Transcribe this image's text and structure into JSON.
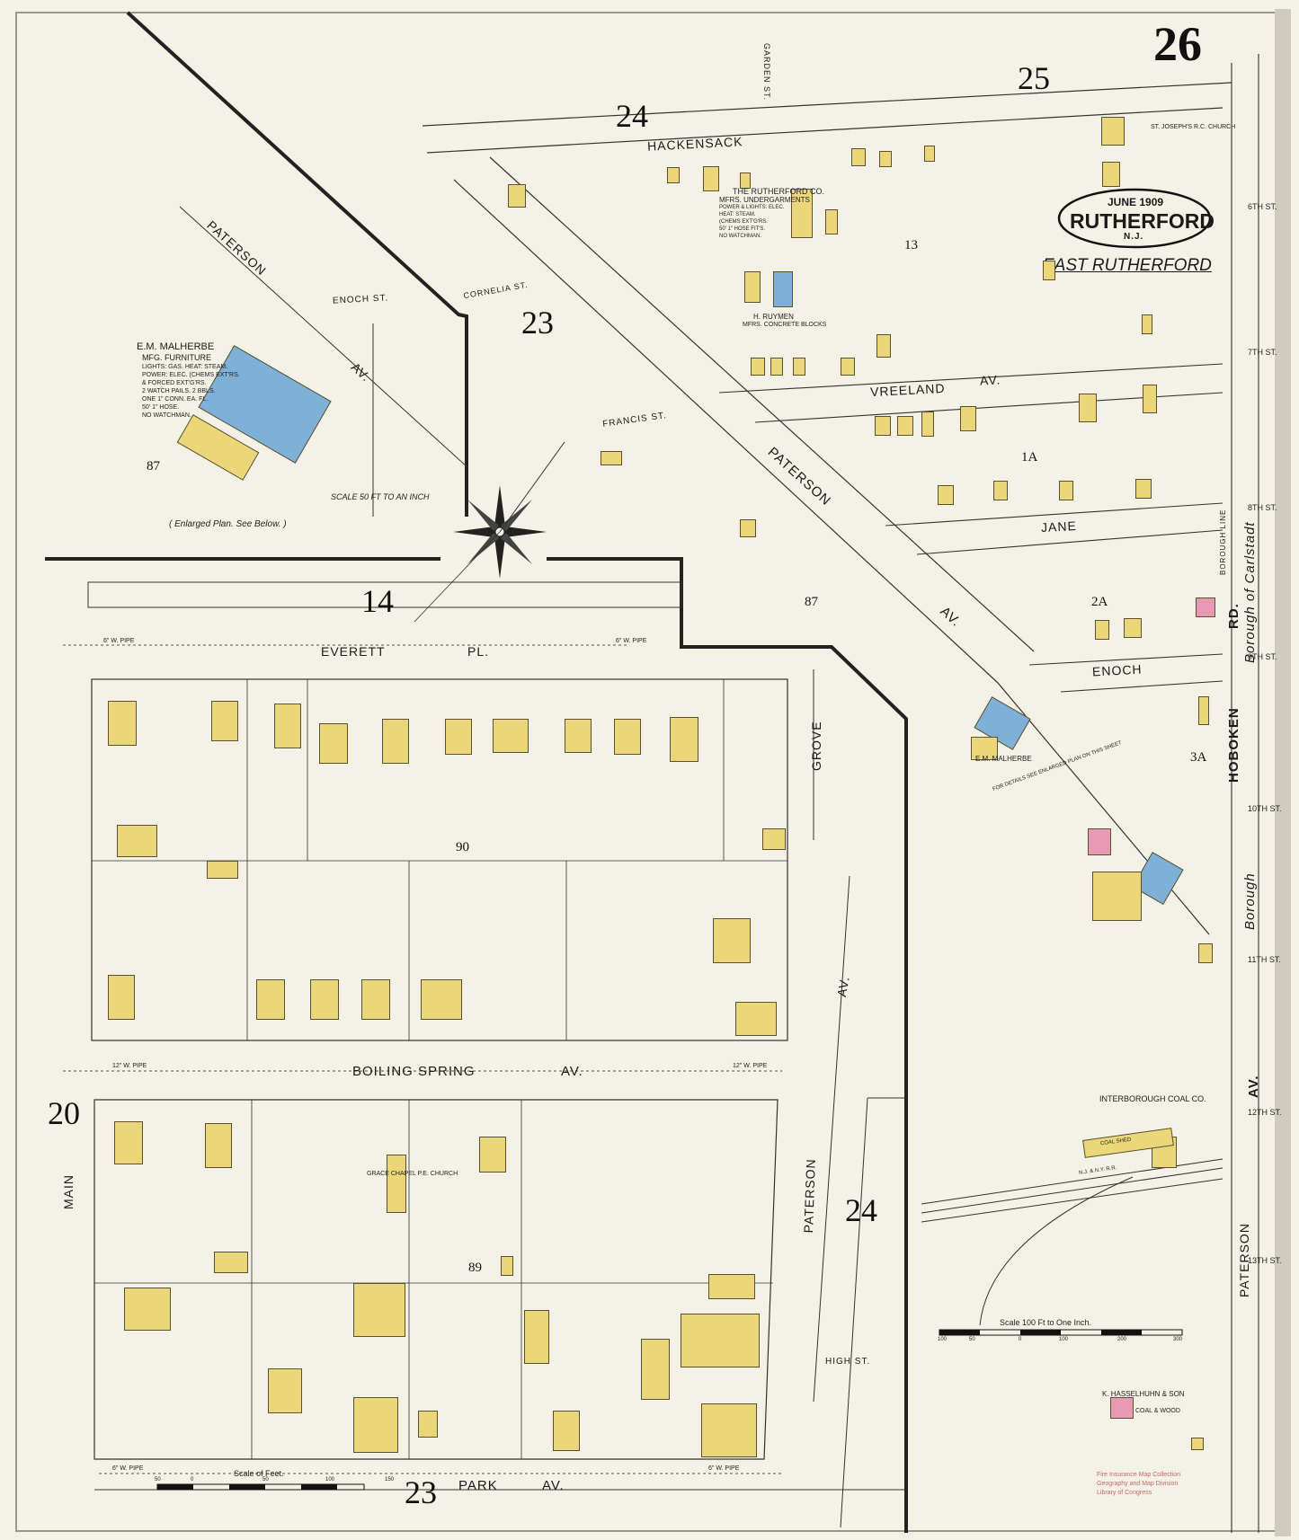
{
  "sheet_number": "26",
  "title_cartouche": {
    "date": "JUNE 1909",
    "town": "RUTHERFORD",
    "state": "N.J."
  },
  "district_label": "EAST RUTHERFORD",
  "adjoining_sheets": [
    "24",
    "25",
    "23",
    "14",
    "20",
    "24",
    "23"
  ],
  "block_numbers": [
    "13",
    "87",
    "90",
    "89",
    "1A",
    "2A",
    "3A",
    "87"
  ],
  "streets": {
    "hackensack": "HACKENSACK",
    "garden": "GARDEN ST.",
    "paterson_nw": "PATERSON",
    "paterson_nw_av": "AV.",
    "enoch_st": "ENOCH ST.",
    "cornelia_st": "CORNELIA ST.",
    "francis_st": "FRANCIS ST.",
    "paterson_diag": "PATERSON",
    "paterson_diag_av": "AV.",
    "vreeland": "VREELAND",
    "vreeland_av": "AV.",
    "jane": "JANE",
    "enoch": "ENOCH",
    "everett": "EVERETT",
    "everett_pl": "PL.",
    "grove": "GROVE",
    "grove_av": "AV.",
    "boiling_spring": "BOILING   SPRING",
    "boiling_av": "AV.",
    "main": "MAIN",
    "paterson_s": "PATERSON",
    "park": "PARK",
    "park_av": "AV.",
    "high_st": "HIGH ST.",
    "hoboken": "HOBOKEN",
    "hoboken_rd": "RD.",
    "hoboken_av": "AV.",
    "paterson_e": "PATERSON",
    "carlstadt": "Borough of Carlstadt",
    "borough": "Borough",
    "borough_line": "BOROUGH LINE",
    "sixth": "6TH ST.",
    "seventh": "7TH ST.",
    "eighth": "8TH ST.",
    "ninth": "9TH ST.",
    "tenth": "10TH ST.",
    "eleventh": "11TH ST.",
    "twelfth": "12TH ST.",
    "thirteenth": "13TH ST."
  },
  "businesses": {
    "malherbe_name": "E.M. MALHERBE",
    "malherbe_type": "MFG. FURNITURE",
    "malherbe_notes": [
      "LIGHTS: GAS. HEAT: STEAM.",
      "POWER: ELEC. (CHEMS EXT'RS.",
      "& FORCED EXT'G'RS.",
      "2 WATCH PAILS. 2 BBLS.",
      "ONE 1\" CONN. EA. FL.",
      "50' 1\" HOSE.",
      "NO WATCHMAN."
    ],
    "malherbe_small": "E.M. MALHERBE",
    "malherbe_ref": "FOR DETAILS SEE ENLARGED PLAN ON THIS SHEET",
    "rutherford_co_name": "THE RUTHERFORD CO.",
    "rutherford_co_type": "MFRS. UNDERGARMENTS",
    "rutherford_co_notes": [
      "POWER & LIGHTS: ELEC.",
      "HEAT: STEAM.",
      "(CHEMS EXT'G'RS.",
      "50' 1\" HOSE FIT'S.",
      "NO WATCHMAN."
    ],
    "ruymen_name": "H. RUYMEN",
    "ruymen_type": "MFRS. CONCRETE BLOCKS",
    "st_josephs": "ST. JOSEPH'S R.C. CHURCH",
    "grace_chapel": "GRACE CHAPEL P.E. CHURCH",
    "interborough": "INTERBOROUGH COAL CO.",
    "hasselhuhn": "K. HASSELHUHN & SON",
    "coal_wood": "COAL & WOOD",
    "coal_shed": "COAL SHED",
    "railroad": "N.J. & N.Y. R.R."
  },
  "notes": {
    "scale_50": "SCALE 50 FT TO AN INCH",
    "enlarged_plan": "( Enlarged Plan. See Below. )",
    "scale_100": "Scale 100 Ft to One Inch.",
    "scale_100_ticks": [
      "100",
      "50",
      "0",
      "100",
      "200",
      "300"
    ],
    "scale_feet": "Scale of Feet.",
    "scale_feet_ticks": [
      "50",
      "0",
      "50",
      "100",
      "150"
    ],
    "pipe_6": "6\" W. PIPE",
    "pipe_12": "12\" W. PIPE",
    "credit": [
      "Fire Insurance Map Collection",
      "Geography and Map Division",
      "Library of Congress"
    ]
  },
  "colors": {
    "paper": "#f4f1e6",
    "frame": "#c9c5b8",
    "frame_dark": "#3a3a3a",
    "brick_fill": "#ebd77a",
    "stone_fill": "#7fb0d8",
    "special_fill": "#e79ab3",
    "ink": "#1a1a1a"
  }
}
